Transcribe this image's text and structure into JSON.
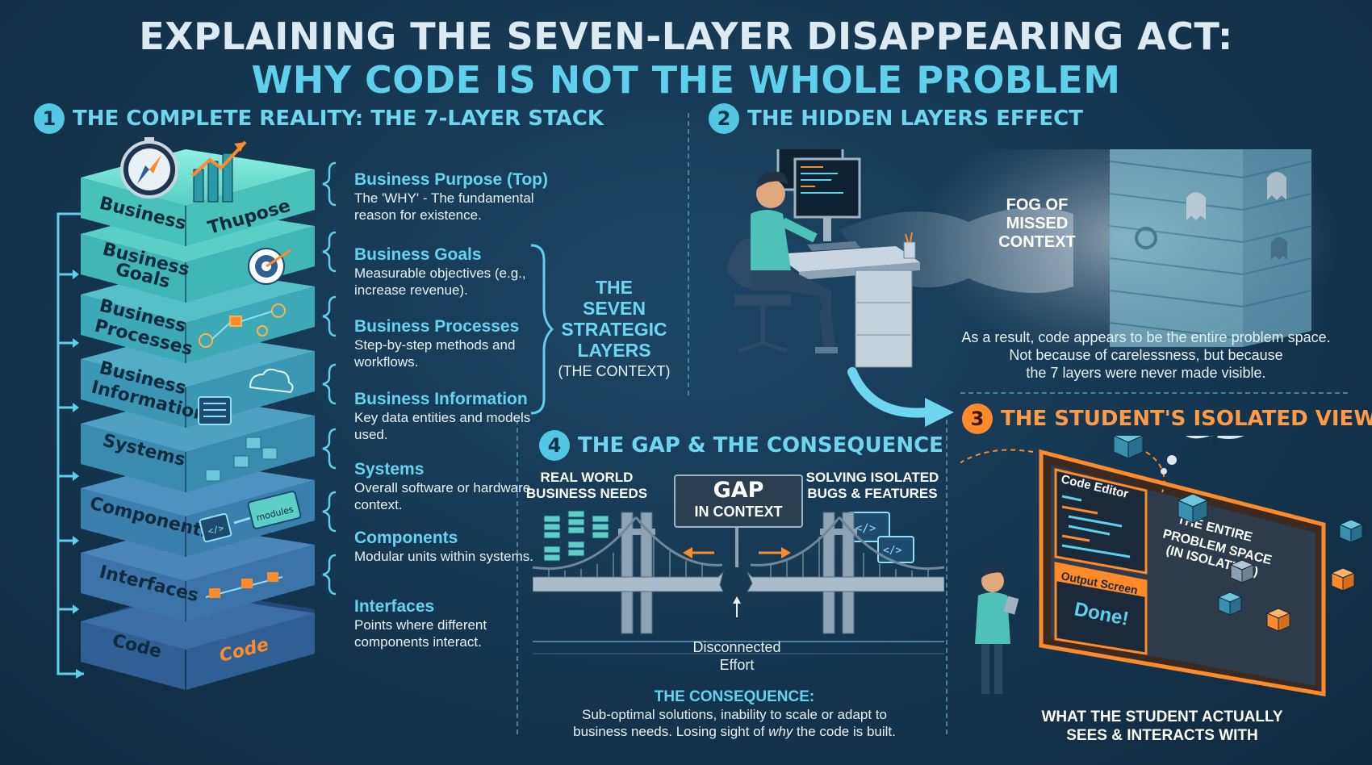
{
  "title": {
    "line1": "EXPLAINING THE SEVEN-LAYER DISAPPEARING ACT:",
    "line2": "WHY CODE IS NOT THE WHOLE PROBLEM"
  },
  "section1": {
    "number": "1",
    "heading": "THE COMPLETE REALITY: THE 7-LAYER STACK",
    "stack": {
      "business_label": "Business",
      "purpose_label": "Thupose",
      "goals_label": [
        "Business",
        "Goals"
      ],
      "processes_label": [
        "Business",
        "Processes"
      ],
      "information_label": [
        "Business",
        "Information"
      ],
      "systems_label": "Systems",
      "components_label": "Components",
      "modules_label": "modules",
      "code_glyph": "</>",
      "interfaces_label": "Interfaces",
      "code_label": "Code",
      "code_accent": "Code"
    },
    "descriptions": [
      {
        "heading": "Business Purpose (Top)",
        "body": "The 'WHY' - The fundamental reason for existence."
      },
      {
        "heading": "Business Goals",
        "body": "Measurable objectives (e.g., increase revenue)."
      },
      {
        "heading": "Business Processes",
        "body": "Step-by-step methods and workflows."
      },
      {
        "heading": "Business Information",
        "body": "Key data entities and models used."
      },
      {
        "heading": "Systems",
        "body": "Overall software or hardware context."
      },
      {
        "heading": "Components",
        "body": "Modular units within systems."
      },
      {
        "heading": "Interfaces",
        "body": "Points where different components interact."
      }
    ],
    "strategic": {
      "lines": [
        "THE",
        "SEVEN",
        "STRATEGIC",
        "LAYERS"
      ],
      "sub": "(THE CONTEXT)"
    }
  },
  "section2": {
    "number": "2",
    "heading": "THE HIDDEN LAYERS EFFECT",
    "fog_label": [
      "FOG OF",
      "MISSED",
      "CONTEXT"
    ],
    "caption": [
      "As a result, code appears to be the entire problem space.",
      "Not because of carelessness, but because",
      "the 7 layers were never made visible."
    ]
  },
  "section3": {
    "number": "3",
    "heading": "THE STUDENT'S ISOLATED VIEW",
    "editor_title": "Code Editor",
    "output_title": "Output Screen",
    "output_value": "Done!",
    "screen_text": [
      "THE ENTIRE",
      "PROBLEM SPACE",
      "(IN ISOLATION)"
    ],
    "question_mark": "?",
    "caption": [
      "WHAT THE STUDENT ACTUALLY",
      "SEES & INTERACTS WITH"
    ]
  },
  "section4": {
    "number": "4",
    "heading": "THE GAP & THE CONSEQUENCE",
    "left_label": [
      "REAL WORLD",
      "BUSINESS NEEDS"
    ],
    "right_label": [
      "SOLVING ISOLATED",
      "BUGS & FEATURES"
    ],
    "sign_title": "GAP",
    "sign_sub": "IN CONTEXT",
    "code_glyph": "</>",
    "disconnected": [
      "Disconnected",
      "Effort"
    ],
    "consequence_title": "THE CONSEQUENCE:",
    "consequence_line1": "Sub-optimal solutions, inability to scale or adapt to",
    "consequence_line2_a": "business needs. Losing sight of ",
    "consequence_line2_em": "why",
    "consequence_line2_b": " the code is built."
  },
  "colors": {
    "background": "#163853",
    "cyan": "#5fd0ec",
    "orange": "#ff8a2a",
    "teal_top": "#5ccfc7",
    "blue_bottom": "#2f5f95"
  }
}
